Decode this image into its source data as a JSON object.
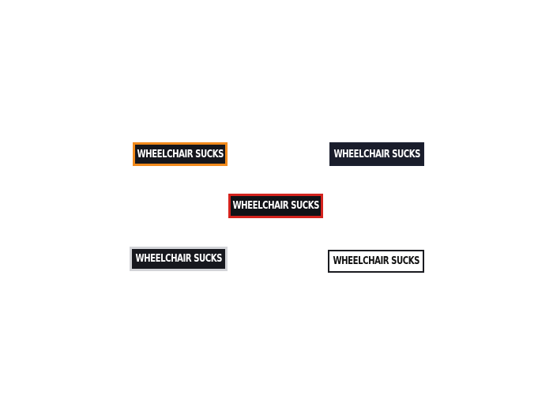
{
  "patches": [
    {
      "text": "WHEELCHAIR SUCKS",
      "border_color": "#f28a1c",
      "fill_color": "#15161c",
      "text_color": "#ffffff"
    },
    {
      "text": "WHEELCHAIR SUCKS",
      "border_color": "#1c2030",
      "fill_color": "#1a1d2b",
      "text_color": "#ffffff"
    },
    {
      "text": "WHEELCHAIR SUCKS",
      "border_color": "#d4231e",
      "fill_color": "#111217",
      "text_color": "#ffffff"
    },
    {
      "text": "WHEELCHAIR SUCKS",
      "border_color": "#d3d4d8",
      "fill_color": "#17181e",
      "text_color": "#ffffff"
    },
    {
      "text": "WHEELCHAIR SUCKS",
      "border_color": "#1a1b20",
      "fill_color": "#ffffff",
      "text_color": "#111111"
    }
  ]
}
